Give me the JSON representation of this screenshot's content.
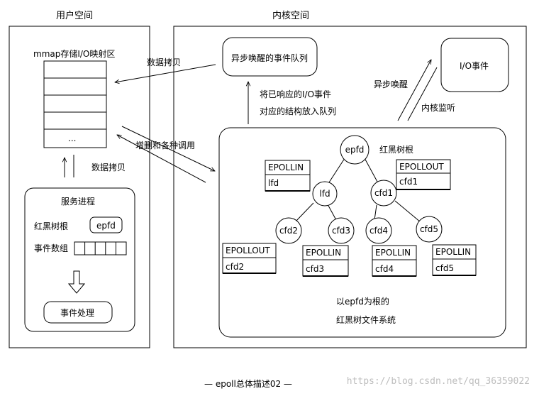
{
  "user_space": {
    "title": "用户空间",
    "mmap_label": "mmap存储I/O映射区",
    "mmap_dots": "...",
    "copy_label": "数据拷贝",
    "service": {
      "title": "服务进程",
      "rbroot_label": "红黑树根",
      "epfd_label": "epfd",
      "events_label": "事件数组",
      "handle_label": "事件处理"
    }
  },
  "kernel_space": {
    "title": "内核空间",
    "queue_label": "异步唤醒的事件队列",
    "io_event_label": "I/O事件",
    "async_wake_label": "异步唤醒",
    "kernel_listen_label": "内核监听",
    "enqueue_label_1": "将已响应的I/O事件",
    "enqueue_label_2": "对应的结构放入队列",
    "copy_label": "数据拷贝",
    "syscalls_label": "增删和各种调用",
    "rbtree_title": "红黑树根",
    "tree": {
      "root": "epfd",
      "l1": [
        "lfd",
        "cfd1"
      ],
      "l2": [
        "cfd2",
        "cfd3",
        "cfd4",
        "cfd5"
      ]
    },
    "event_cards": [
      {
        "event": "EPOLLIN",
        "fd": "lfd"
      },
      {
        "event": "EPOLLOUT",
        "fd": "cfd1"
      },
      {
        "event": "EPOLLOUT",
        "fd": "cfd2"
      },
      {
        "event": "EPOLLIN",
        "fd": "cfd3"
      },
      {
        "event": "EPOLLIN",
        "fd": "cfd4"
      },
      {
        "event": "EPOLLIN",
        "fd": "cfd5"
      }
    ],
    "fs_label_1": "以epfd为根的",
    "fs_label_2": "红黑树文件系统"
  },
  "caption": "—  epoll总体描述02  —",
  "watermark": "https://blog.csdn.net/qq_36359022"
}
